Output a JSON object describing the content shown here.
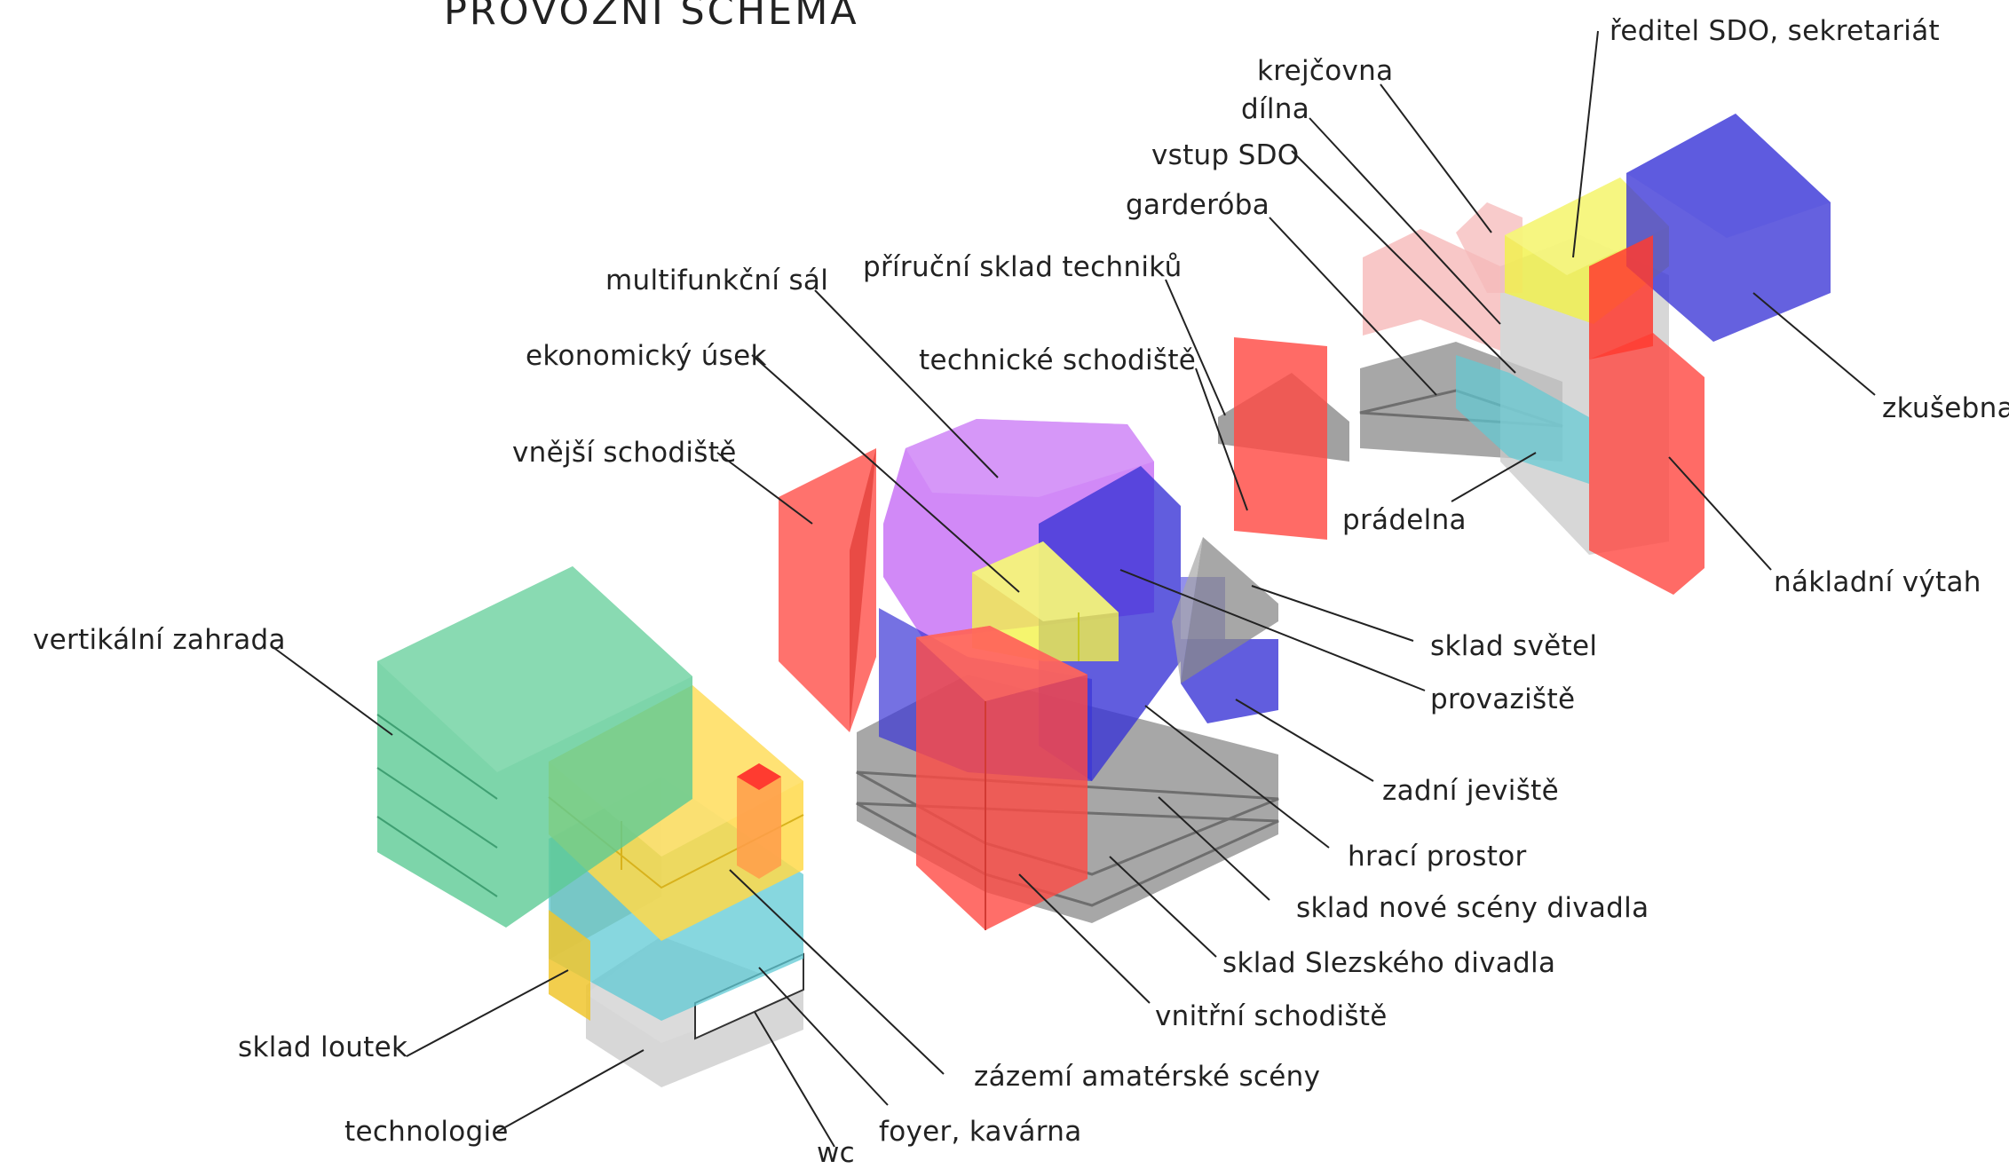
{
  "title": "PROVOZNÍ SCHÉMA",
  "colors": {
    "green": "#5ccb95",
    "yellow": "#ffd94a",
    "cyan": "#5fcad4",
    "lightgray": "#c9c9c9",
    "gray": "#8a8a8a",
    "red": "#ff4a44",
    "purple": "#c56cf5",
    "blue": "#3a34d6",
    "lime": "#f2f24a",
    "pink": "#f6b9b9",
    "line": "#222222"
  },
  "labels": {
    "vertikalni_zahrada": "vertikální zahrada",
    "sklad_loutek": "sklad loutek",
    "technologie": "technologie",
    "wc": "wc",
    "foyer": "foyer, kavárna",
    "zazemi": "zázemí amatérské scény",
    "vnejsi_schodiste": "vnější schodiště",
    "ekonomicky_usek": "ekonomický úsek",
    "multifunkcni_sal": "multifunkční sál",
    "prirucni_sklad": "příruční sklad techniků",
    "technicke_schodiste": "technické schodiště",
    "garderoba": "garderóba",
    "vstup_sdo": "vstup SDO",
    "dilna": "dílna",
    "krejcovna": "krejčovna",
    "reditel": "ředitel SDO, sekretariát",
    "zkusebna": "zkušebna",
    "pradelna": "prádelna",
    "nakladni_vytah": "nákladní výtah",
    "sklad_svetel": "sklad světel",
    "provaziste": "provaziště",
    "zadni_jeviste": "zadní jeviště",
    "hraci_prostor": "hrací prostor",
    "sklad_nove_sceny": "sklad nové scény divadla",
    "sklad_slezskeho": "sklad Slezského divadla",
    "vnitrni_schodiste": "vnitřní schodiště"
  }
}
